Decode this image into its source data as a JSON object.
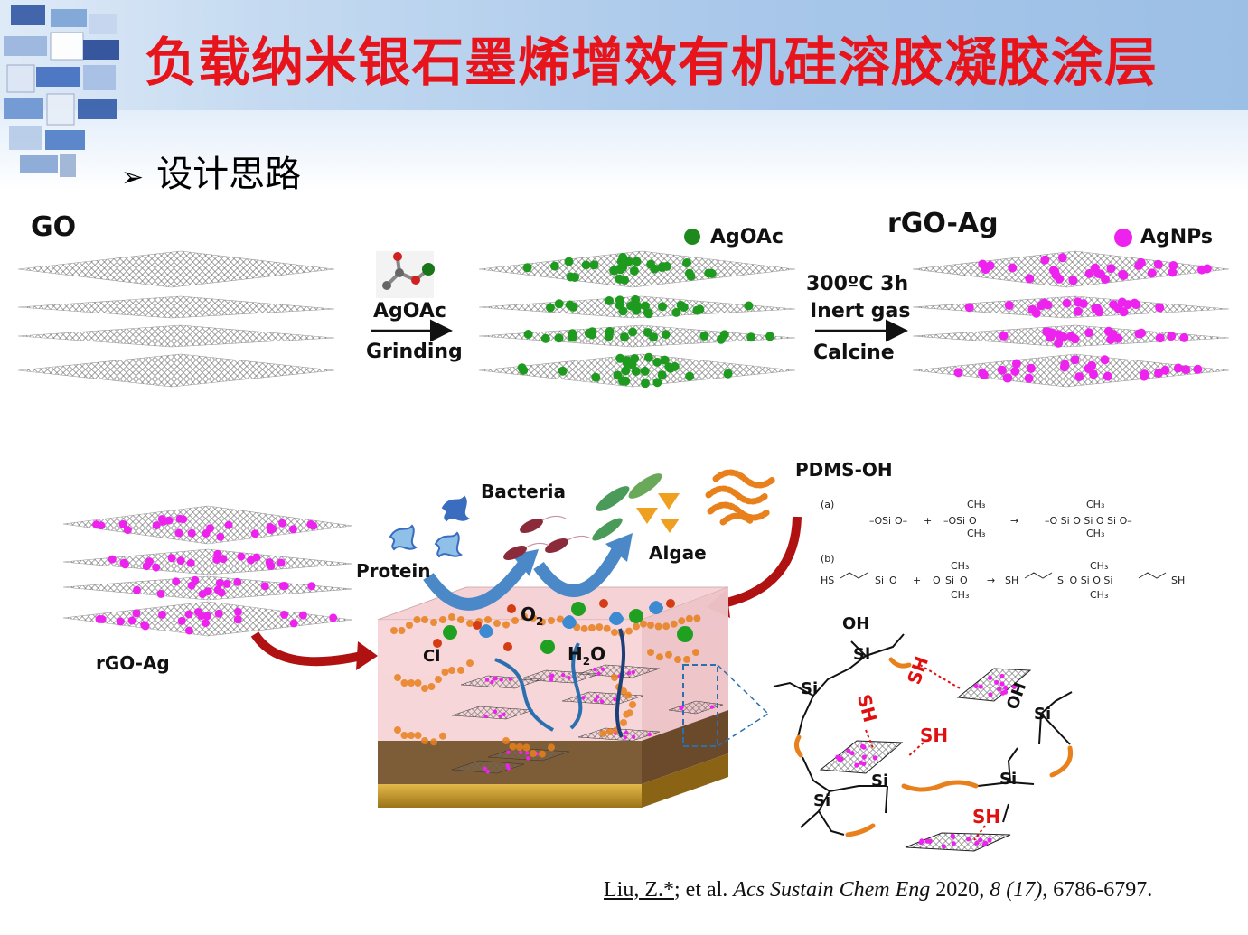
{
  "header": {
    "title": "负载纳米银石墨烯增效有机硅溶胶凝胶涂层",
    "section_bullet": "➢",
    "section_title": "设计思路"
  },
  "top_scheme": {
    "go_label": "GO",
    "step1_reagent": "AgOAc",
    "step1_method": "Grinding",
    "legend_agoac": "AgOAc",
    "product_label": "rGO-Ag",
    "legend_agnps": "AgNPs",
    "step2_condition": "300ºC  3h",
    "step2_atmosphere": "Inert gas",
    "step2_method": "Calcine"
  },
  "bottom_scheme": {
    "rgo_ag_label": "rGO-Ag",
    "bacteria_label": "Bacteria",
    "protein_label": "Protein",
    "algae_label": "Algae",
    "pdms_label": "PDMS-OH",
    "o2_label": "O",
    "o2_sub": "2",
    "h2o_label": "H",
    "h2o_sub": "2",
    "h2o_tail": "O",
    "cl_label": "Cl",
    "reaction_a": "(a)",
    "reaction_b": "(b)",
    "sh_label": "SH",
    "oh_label": "OH",
    "si_label": "Si",
    "o_label": "O"
  },
  "citation": {
    "authors": "Liu, Z.*",
    "etal": "; et al. ",
    "journal": "Acs Sustain Chem Eng",
    "year": " 2020, ",
    "volume": "8 (17)",
    "pages": ", 6786-6797."
  },
  "colors": {
    "title_red": "#e8141b",
    "agoac_green": "#1e9a1e",
    "agnps_magenta": "#ee22ee",
    "arrow_red": "#b01212",
    "arrow_blue": "#4a88c8",
    "pdms_orange": "#e8801c"
  }
}
